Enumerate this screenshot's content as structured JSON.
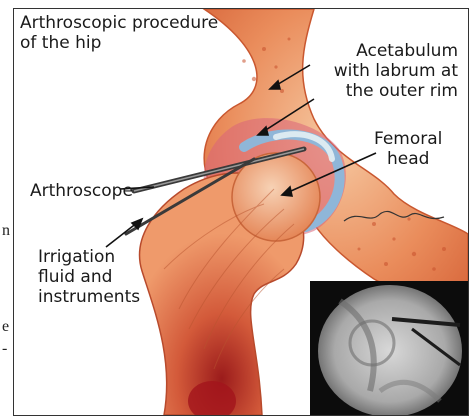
{
  "page": {
    "edge_text": [
      "n",
      "e",
      "-"
    ]
  },
  "figure": {
    "title": "Arthroscopic procedure\nof the hip",
    "labels": {
      "acetabulum": "Acetabulum\nwith labrum at\nthe outer rim",
      "femoral_head": "Femoral\nhead",
      "arthroscope": "Arthroscope",
      "irrigation": "Irrigation\nfluid and\ninstruments"
    },
    "colors": {
      "bone": "#e8875a",
      "bone_light": "#f3b98f",
      "cartilage": "#8fb6d8",
      "marrow": "#c8402e",
      "instrument": "#3a3a3a"
    }
  }
}
